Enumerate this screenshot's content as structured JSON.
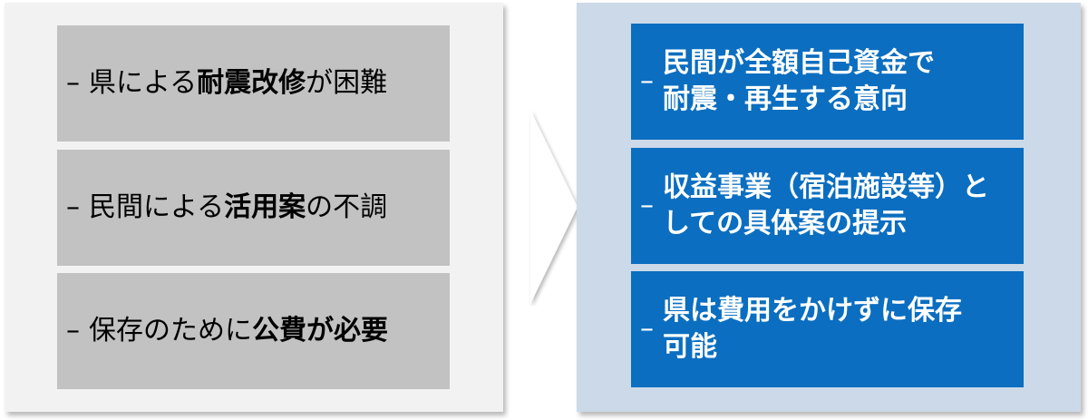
{
  "colors": {
    "left_panel_bg": "#f2f2f2",
    "right_panel_bg": "#ccd9e8",
    "gray_card": "#c2c2c2",
    "blue_card": "#0b6ec0",
    "arrow": "#ffffff"
  },
  "left": {
    "items": [
      {
        "dash": "–",
        "parts": [
          {
            "text": "県による",
            "bold": false
          },
          {
            "text": "耐震改修",
            "bold": true
          },
          {
            "text": "が困難",
            "bold": false
          }
        ]
      },
      {
        "dash": "–",
        "parts": [
          {
            "text": "民間による",
            "bold": false
          },
          {
            "text": "活用案",
            "bold": true
          },
          {
            "text": "の不調",
            "bold": false
          }
        ]
      },
      {
        "dash": "–",
        "parts": [
          {
            "text": "保存のために",
            "bold": false
          },
          {
            "text": "公費が必要",
            "bold": true
          }
        ]
      }
    ]
  },
  "right": {
    "items": [
      {
        "dash": "–",
        "line1": "民間が全額自己資金で",
        "line2": "耐震・再生する意向"
      },
      {
        "dash": "–",
        "line1": "収益事業（宿泊施設等）と",
        "line2": "しての具体案の提示"
      },
      {
        "dash": "–",
        "line1": "県は費用をかけずに保存",
        "line2": "可能"
      }
    ]
  },
  "arrow": {
    "icon": "right-chevron-arrow-icon"
  }
}
